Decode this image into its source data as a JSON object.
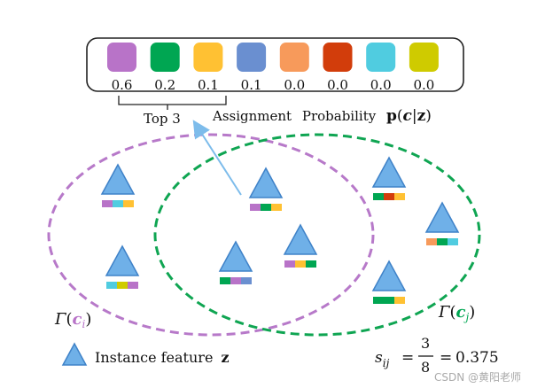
{
  "colors": {
    "purple": "#B873C8",
    "green": "#00A652",
    "yellow": "#FFC133",
    "blue": "#6A8FD0",
    "orange": "#F79A5B",
    "red": "#D23D0B",
    "cyan": "#50CCE0",
    "olive": "#CFCB00",
    "triangle_fill": "#6FB0E8",
    "triangle_stroke": "#3F82C8",
    "purple_dash": "#B779C9",
    "green_dash": "#0FA552",
    "arrow": "#7DBCEB"
  },
  "probability_bar": {
    "slots": [
      {
        "color": "purple",
        "value": "0.6"
      },
      {
        "color": "green",
        "value": "0.2"
      },
      {
        "color": "yellow",
        "value": "0.1"
      },
      {
        "color": "blue",
        "value": "0.1"
      },
      {
        "color": "orange",
        "value": "0.0"
      },
      {
        "color": "red",
        "value": "0.0"
      },
      {
        "color": "cyan",
        "value": "0.0"
      },
      {
        "color": "olive",
        "value": "0.0"
      }
    ],
    "bracket_label": "Top 3",
    "caption_words": [
      "Assignment",
      "Probability"
    ],
    "caption_math": {
      "p": "p",
      "open": "(",
      "c": "c",
      "bar": "|",
      "z": "z",
      "close": ")"
    }
  },
  "sets": {
    "left": {
      "gamma": "Γ",
      "open": "(",
      "c": "c",
      "sub": "i",
      "close": ")"
    },
    "right": {
      "gamma": "Γ",
      "open": "(",
      "c": "c",
      "sub": "j",
      "close": ")"
    }
  },
  "instances": [
    {
      "codes": [
        "purple",
        "cyan",
        "yellow"
      ]
    },
    {
      "codes": [
        "cyan",
        "olive",
        "purple"
      ]
    },
    {
      "codes": [
        "purple",
        "green",
        "yellow"
      ]
    },
    {
      "codes": [
        "green",
        "purple",
        "blue"
      ]
    },
    {
      "codes": [
        "purple",
        "yellow",
        "green"
      ]
    },
    {
      "codes": [
        "green",
        "red",
        "yellow"
      ]
    },
    {
      "codes": [
        "orange",
        "green",
        "cyan"
      ]
    },
    {
      "codes": [
        "green",
        "green",
        "yellow"
      ]
    }
  ],
  "legend": {
    "label": "Instance feature",
    "var": "z"
  },
  "similarity": {
    "s": "s",
    "sub": "ij",
    "eq1": "=",
    "num": "3",
    "den": "8",
    "eq2": "=",
    "result": "0.375"
  },
  "watermark": "CSDN @黄阳老师"
}
